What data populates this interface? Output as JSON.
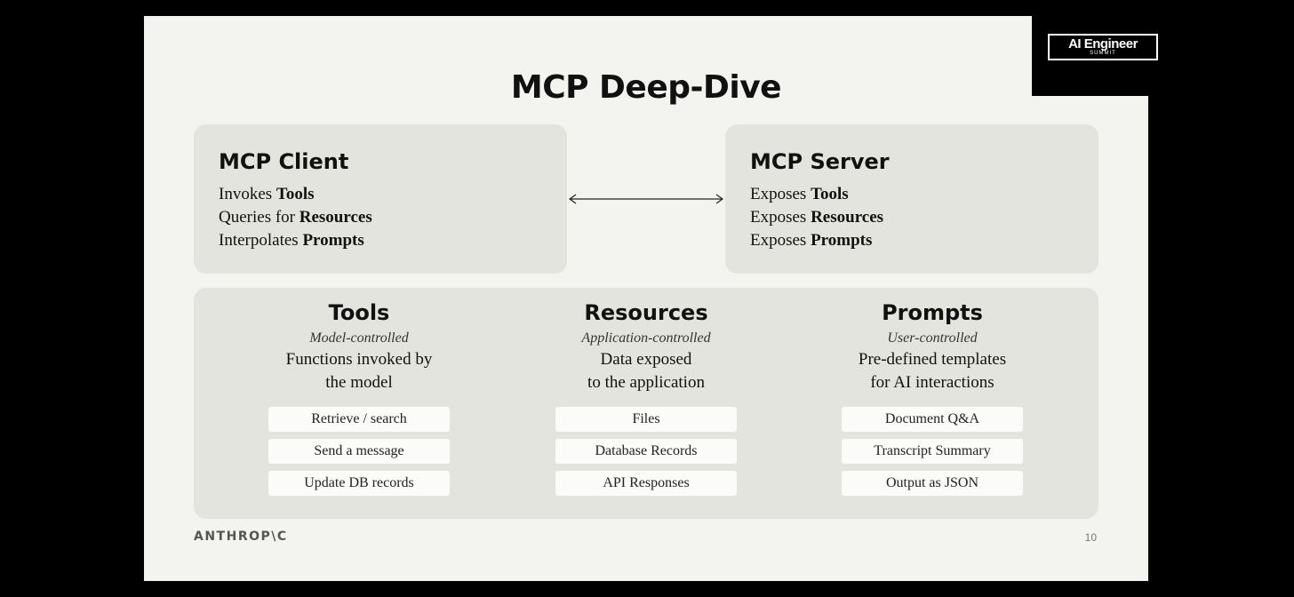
{
  "slide": {
    "title": "MCP Deep-Dive",
    "brand": "ANTHROP\\C",
    "page_number": "10"
  },
  "logo": {
    "main": "AI Engineer",
    "sub": "SUMMIT"
  },
  "client": {
    "title": "MCP Client",
    "lines": [
      {
        "verb": "Invokes",
        "object": "Tools"
      },
      {
        "verb": "Queries for",
        "object": "Resources"
      },
      {
        "verb": "Interpolates",
        "object": "Prompts"
      }
    ]
  },
  "server": {
    "title": "MCP Server",
    "lines": [
      {
        "verb": "Exposes",
        "object": "Tools"
      },
      {
        "verb": "Exposes",
        "object": "Resources"
      },
      {
        "verb": "Exposes",
        "object": "Prompts"
      }
    ]
  },
  "columns": [
    {
      "title": "Tools",
      "subtitle": "Model-controlled",
      "desc_line1": "Functions invoked by",
      "desc_line2": "the model",
      "items": [
        "Retrieve / search",
        "Send a message",
        "Update DB records"
      ]
    },
    {
      "title": "Resources",
      "subtitle": "Application-controlled",
      "desc_line1": "Data exposed",
      "desc_line2": "to the application",
      "items": [
        "Files",
        "Database Records",
        "API Responses"
      ]
    },
    {
      "title": "Prompts",
      "subtitle": "User-controlled",
      "desc_line1": "Pre-defined templates",
      "desc_line2": "for AI interactions",
      "items": [
        "Document Q&A",
        "Transcript Summary",
        "Output as JSON"
      ]
    }
  ]
}
